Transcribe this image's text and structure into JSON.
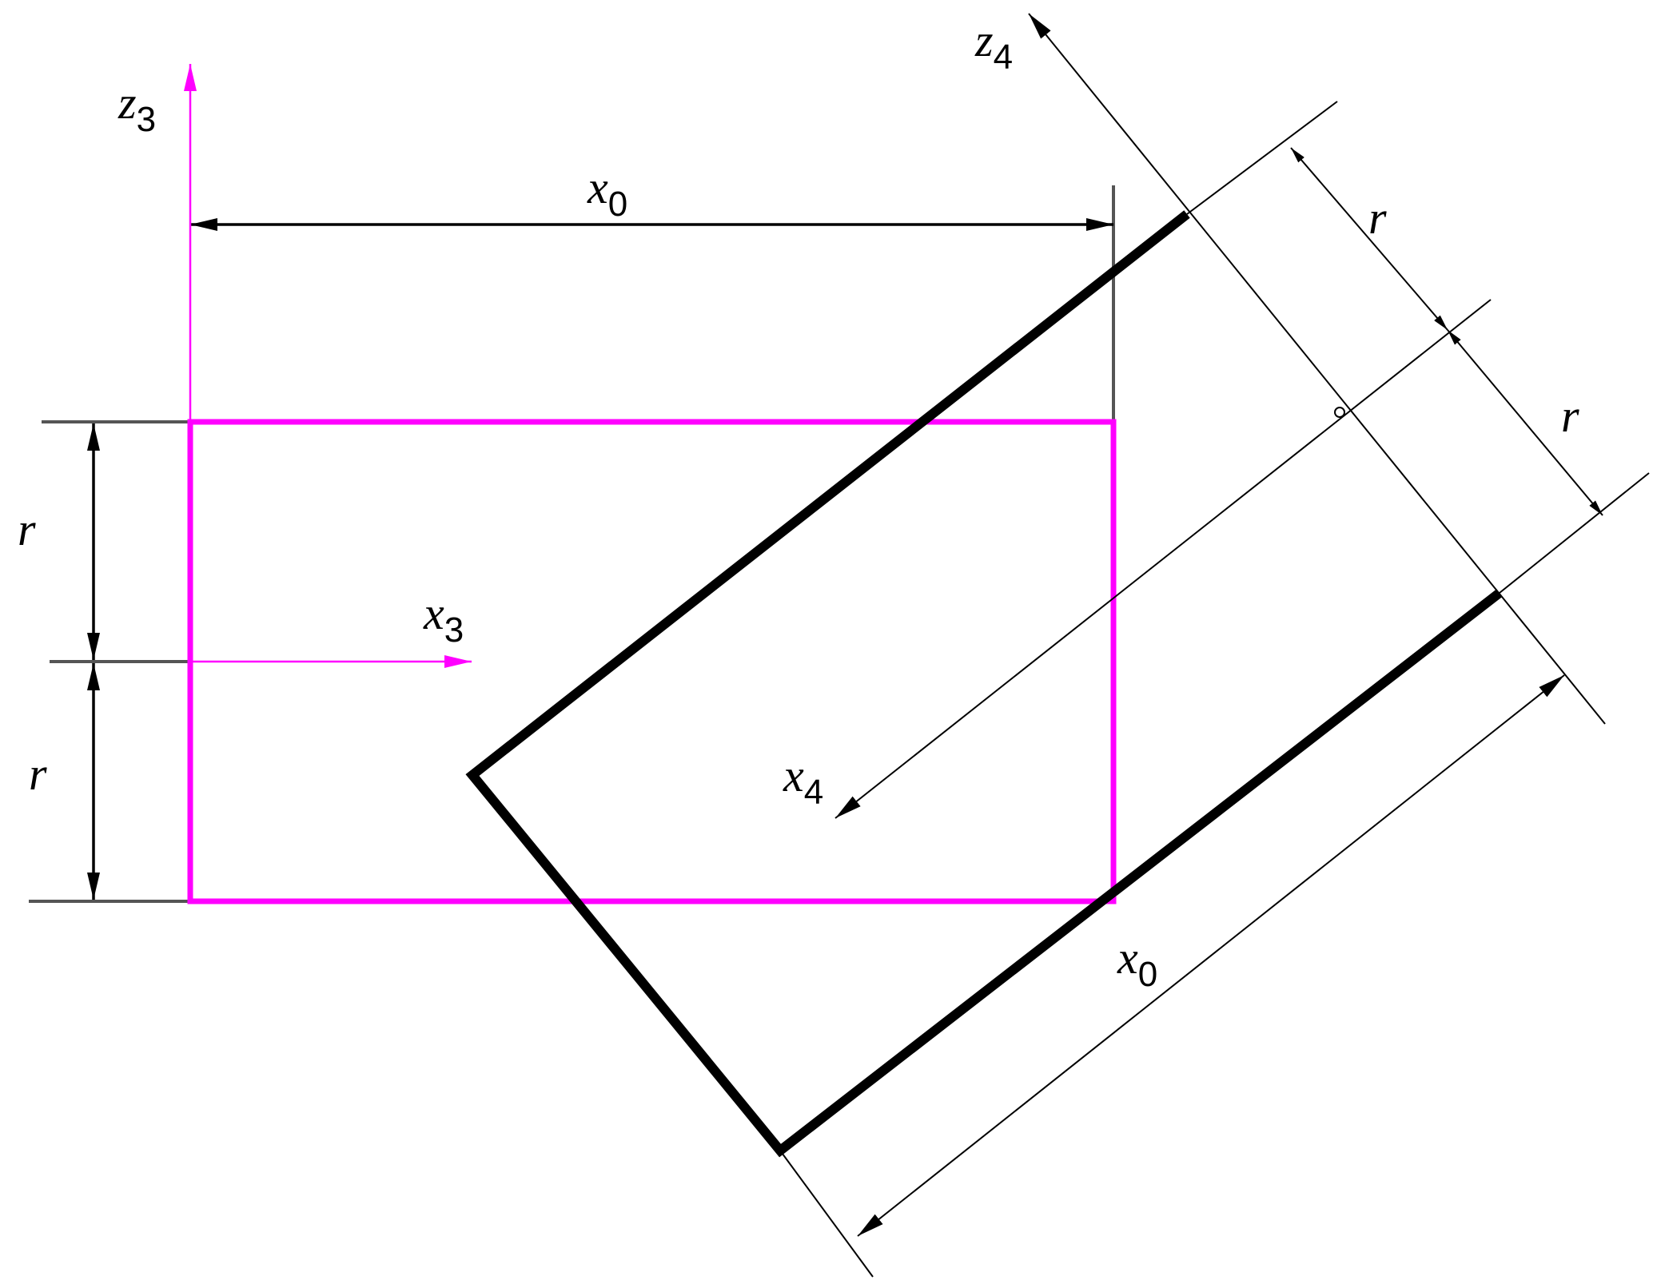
{
  "colors": {
    "magenta": "#ff00ff",
    "ink": "#000000",
    "background": "#ffffff"
  },
  "labels": {
    "z3": {
      "base": "z",
      "sub": "3"
    },
    "z4": {
      "base": "z",
      "sub": "4"
    },
    "x3": {
      "base": "x",
      "sub": "3"
    },
    "x4": {
      "base": "x",
      "sub": "4"
    },
    "x0_top": {
      "base": "x",
      "sub": "0"
    },
    "x0_bottom": {
      "base": "x",
      "sub": "0"
    },
    "r_left_upper": "r",
    "r_left_lower": "r",
    "r_right_upper": "r",
    "r_right_lower": "r"
  }
}
